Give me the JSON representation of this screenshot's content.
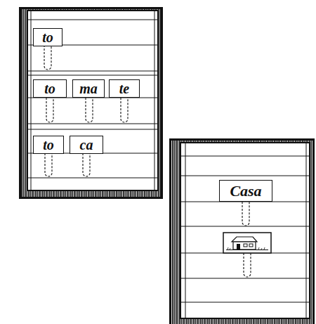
{
  "diagram": {
    "nodes": [
      {
        "text": [
          "to"
        ]
      },
      {
        "text": [
          "to"
        ]
      },
      {
        "text": [
          "ma"
        ]
      },
      {
        "text": [
          "te"
        ]
      },
      {
        "text": [
          "to"
        ]
      },
      {
        "text": [
          "ca"
        ]
      },
      {
        "text": [
          "Casa"
        ]
      }
    ]
  }
}
